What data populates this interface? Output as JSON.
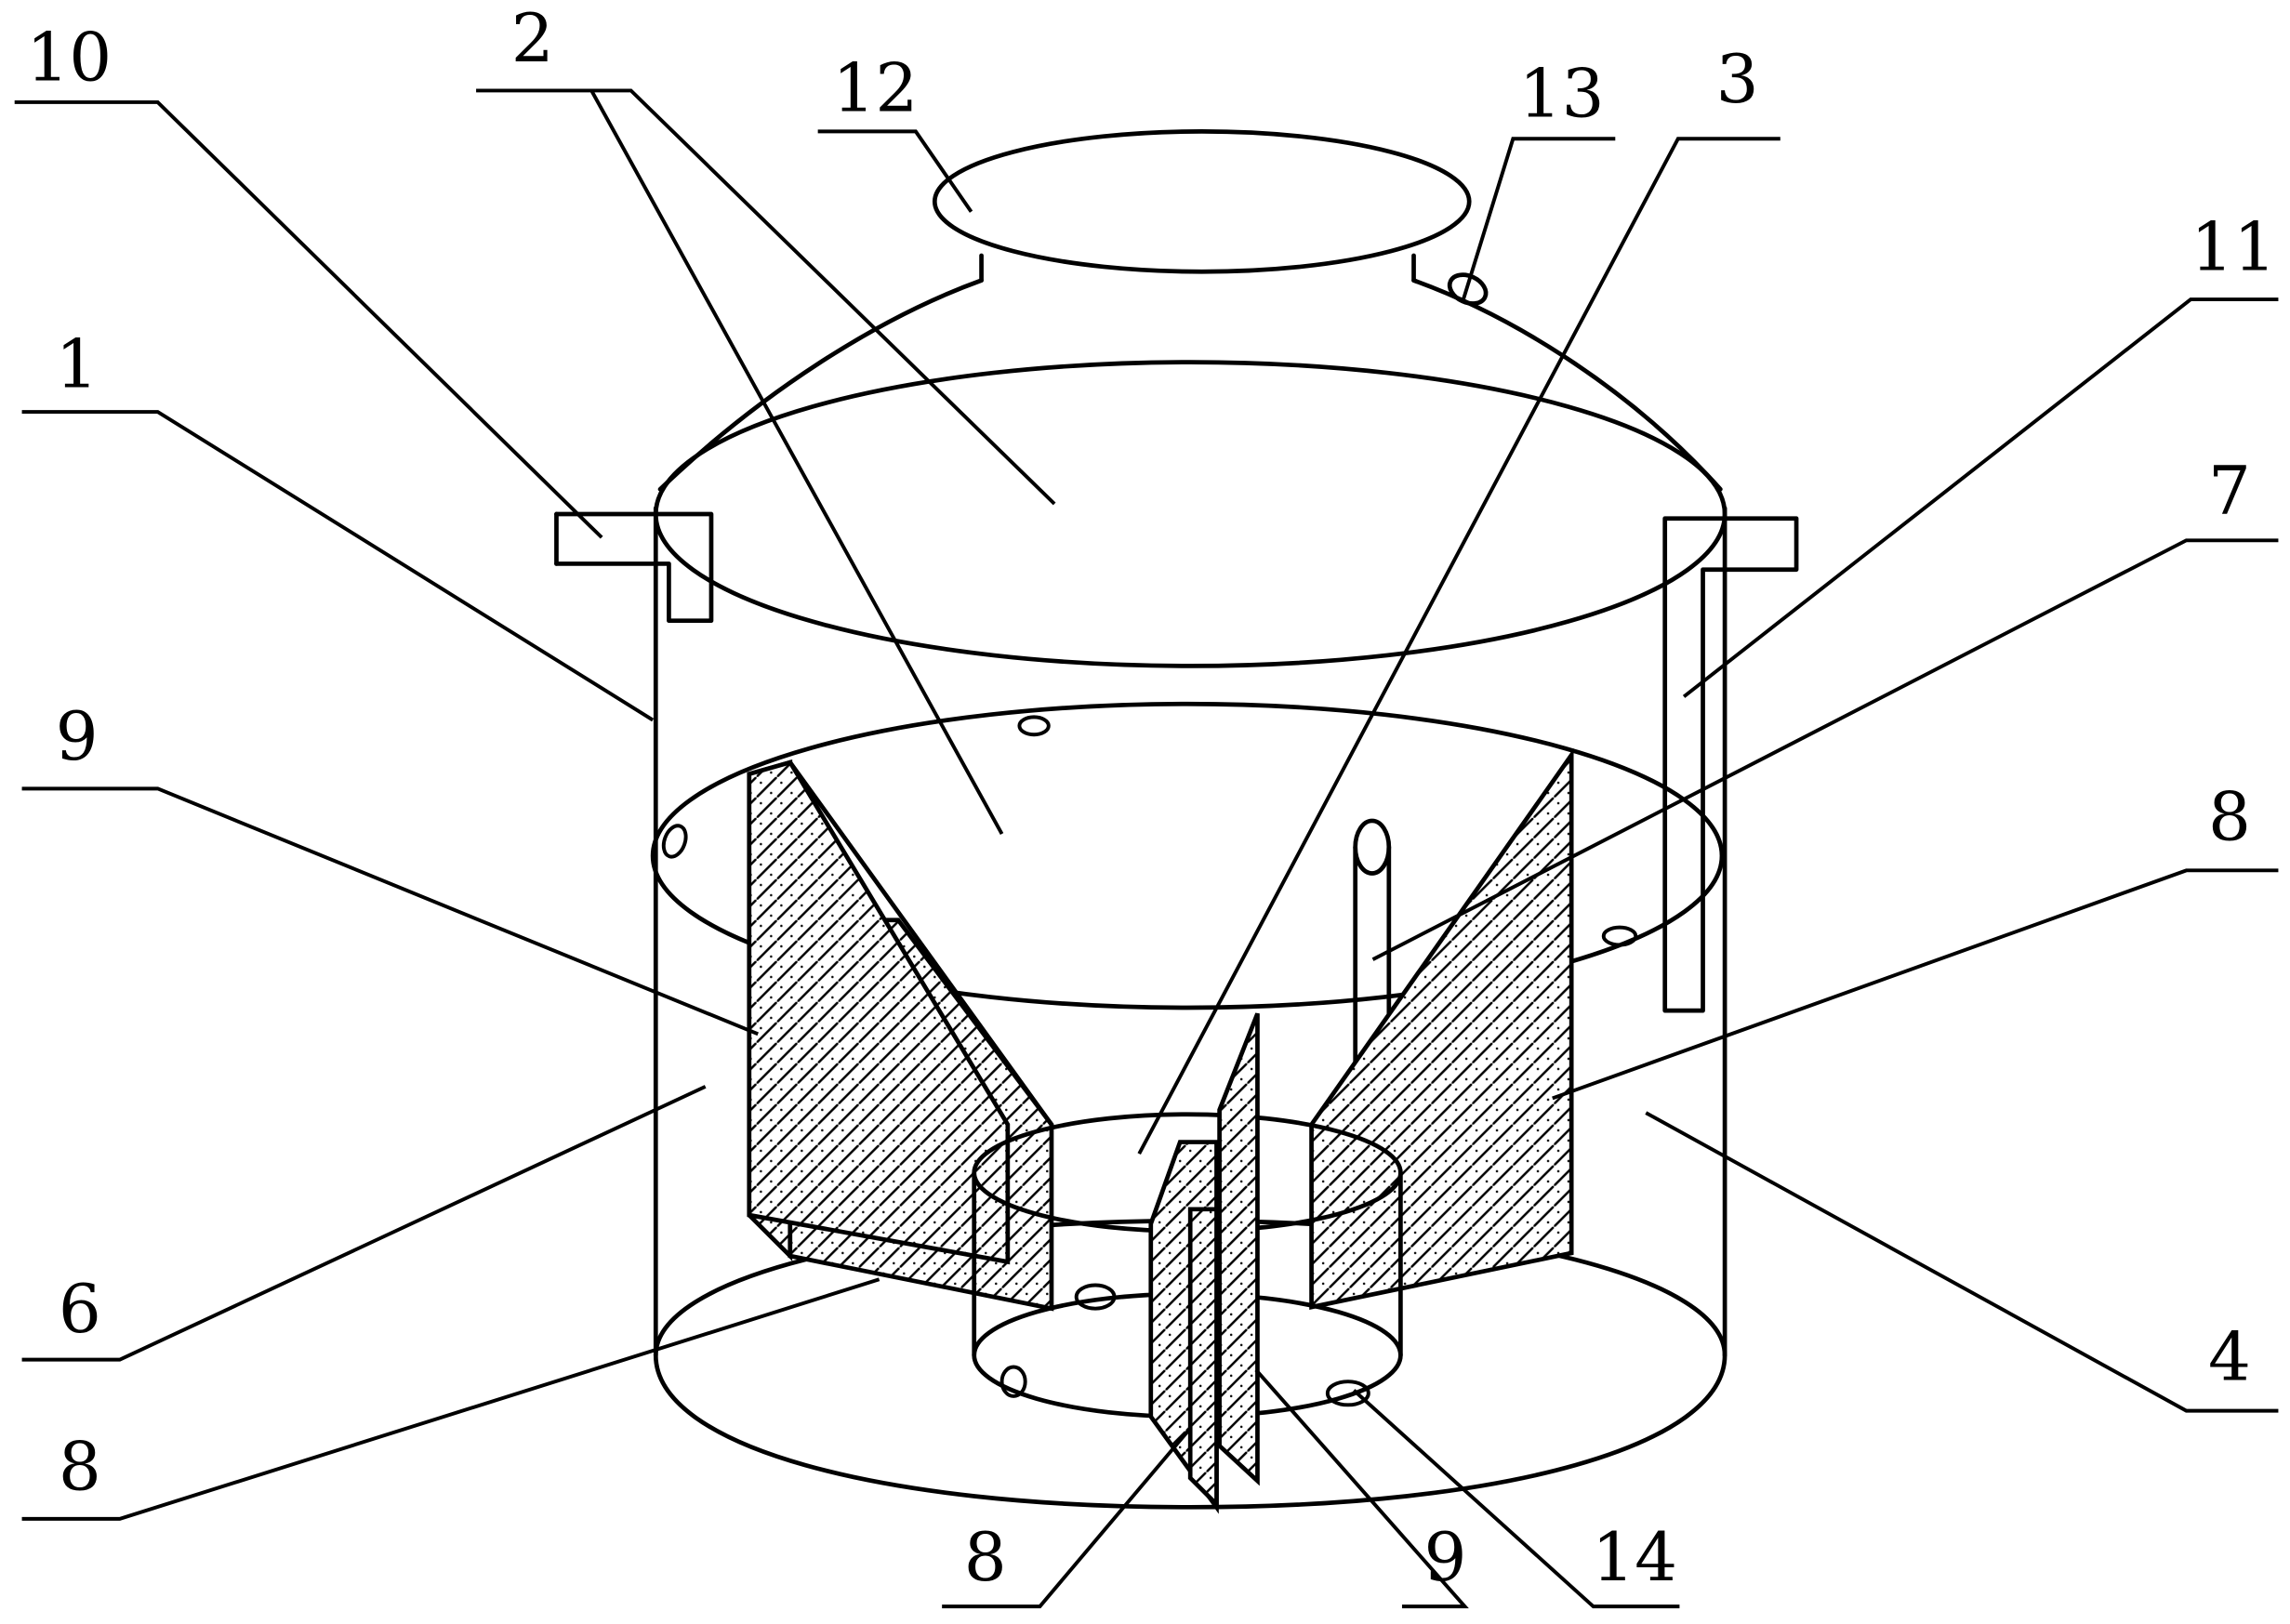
{
  "labels": {
    "l10": "10",
    "l2": "2",
    "l12": "12",
    "l13": "13",
    "l3": "3",
    "l11": "11",
    "l1": "1",
    "l7": "7",
    "l9a": "9",
    "l8a": "8",
    "l6": "6",
    "l4": "4",
    "l8b": "8",
    "l8c": "8",
    "l9b": "9",
    "l14": "14"
  }
}
